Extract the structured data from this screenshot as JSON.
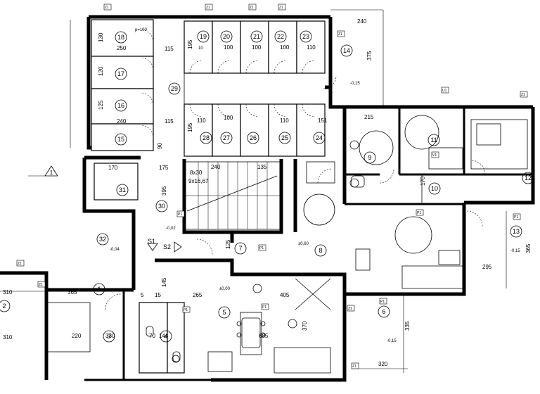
{
  "rooms": [
    {
      "n": "1"
    },
    {
      "n": "2"
    },
    {
      "n": "3"
    },
    {
      "n": "4"
    },
    {
      "n": "5"
    },
    {
      "n": "6"
    },
    {
      "n": "7"
    },
    {
      "n": "8"
    },
    {
      "n": "9"
    },
    {
      "n": "10"
    },
    {
      "n": "11"
    },
    {
      "n": "12"
    },
    {
      "n": "13"
    },
    {
      "n": "14"
    },
    {
      "n": "15"
    },
    {
      "n": "16"
    },
    {
      "n": "17"
    },
    {
      "n": "18"
    },
    {
      "n": "19"
    },
    {
      "n": "20"
    },
    {
      "n": "21"
    },
    {
      "n": "22"
    },
    {
      "n": "23"
    },
    {
      "n": "24"
    },
    {
      "n": "25"
    },
    {
      "n": "26"
    },
    {
      "n": "27"
    },
    {
      "n": "28"
    },
    {
      "n": "29"
    },
    {
      "n": "30"
    },
    {
      "n": "31"
    },
    {
      "n": "32"
    }
  ],
  "dims": {
    "d240_top": "240",
    "d375": "375",
    "d250": "250",
    "d130": "130",
    "d120": "120",
    "d125": "125",
    "d240_15": "240",
    "d115_a": "115",
    "d115_b": "115",
    "d195_a": "195",
    "d195_b": "195",
    "d110_a": "110",
    "d100_a": "100",
    "d100_b": "100",
    "d100_c": "100",
    "d100_d": "100",
    "d10": "10",
    "d215": "215",
    "d151": "151",
    "d110_b": "110",
    "d110_c": "110",
    "d170": "170",
    "d175": "175",
    "d240_mid": "240",
    "d135": "135",
    "d395": "395",
    "d125_b": "125",
    "d295": "295",
    "d365": "365",
    "d310_a": "310",
    "d310_b": "310",
    "d365_b": "365",
    "d265": "265",
    "d405": "405",
    "d220": "220",
    "d330": "330",
    "d70": "70",
    "d144": "144",
    "d685": "685",
    "d370": "370",
    "d335": "335",
    "d320": "320",
    "d145": "145",
    "d5": "5",
    "d15": "15",
    "d170_b": "170",
    "d90": "90",
    "p100": "p=100"
  },
  "stair": {
    "l1": "8x30",
    "l2": "9x16,67"
  },
  "levels": {
    "e1": "-0,15",
    "e2": "-0,02",
    "e3": "±0,60",
    "e4": "-0,04",
    "e5": "±0,00",
    "e6": "-0,15",
    "e7": "-0,15"
  },
  "sections": {
    "s1": "S1",
    "s2": "S2"
  },
  "axis": {
    "a1": "1"
  },
  "tags": {
    "p1": "P1",
    "z1": "Z1",
    "u1": "U1",
    "v1": "V1"
  }
}
